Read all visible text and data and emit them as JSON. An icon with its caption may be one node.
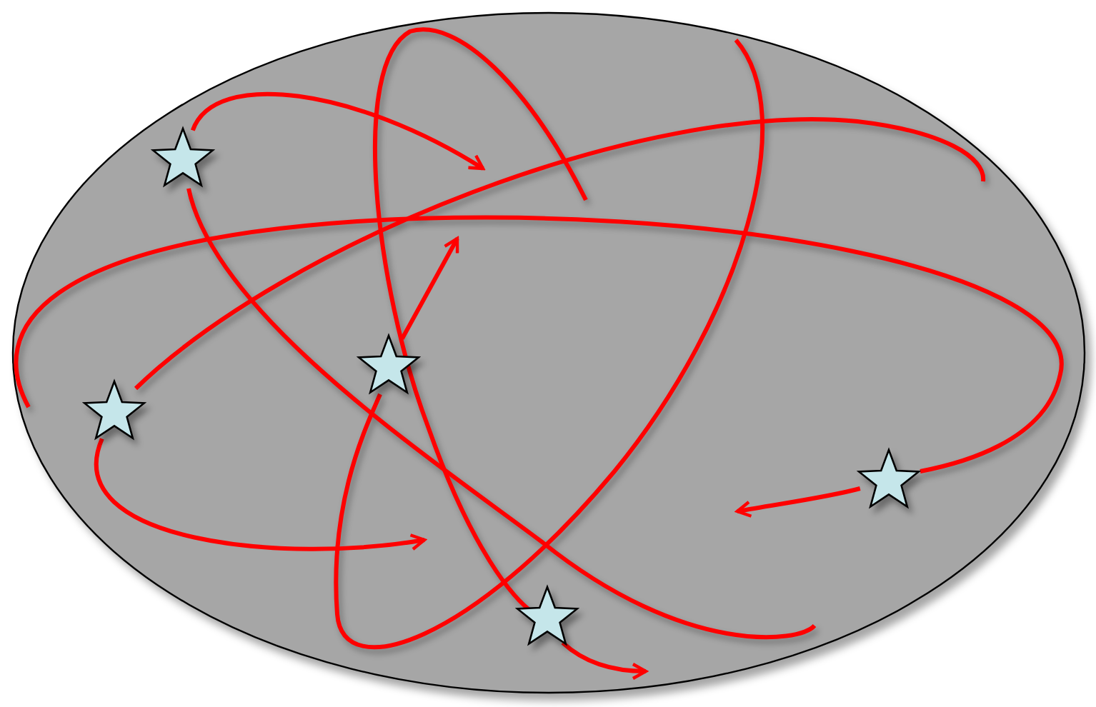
{
  "diagram": {
    "nodes": [
      {
        "text": [],
        "shape": "ellipse"
      },
      {
        "text": [],
        "shape": "star",
        "in": 0
      },
      {
        "text": [],
        "shape": "star",
        "in": 0
      },
      {
        "text": [],
        "shape": "star",
        "in": 0
      },
      {
        "text": [],
        "shape": "star",
        "in": 0
      },
      {
        "text": [],
        "shape": "star",
        "in": 0
      }
    ],
    "edges": [
      {
        "from": 1,
        "to": null,
        "arrow": "to"
      },
      {
        "from": 2,
        "to": null,
        "arrow": "to"
      },
      {
        "from": 3,
        "to": null,
        "arrow": "to"
      },
      {
        "from": 4,
        "to": null,
        "arrow": "to"
      },
      {
        "from": 5,
        "to": null,
        "arrow": "to"
      }
    ]
  }
}
